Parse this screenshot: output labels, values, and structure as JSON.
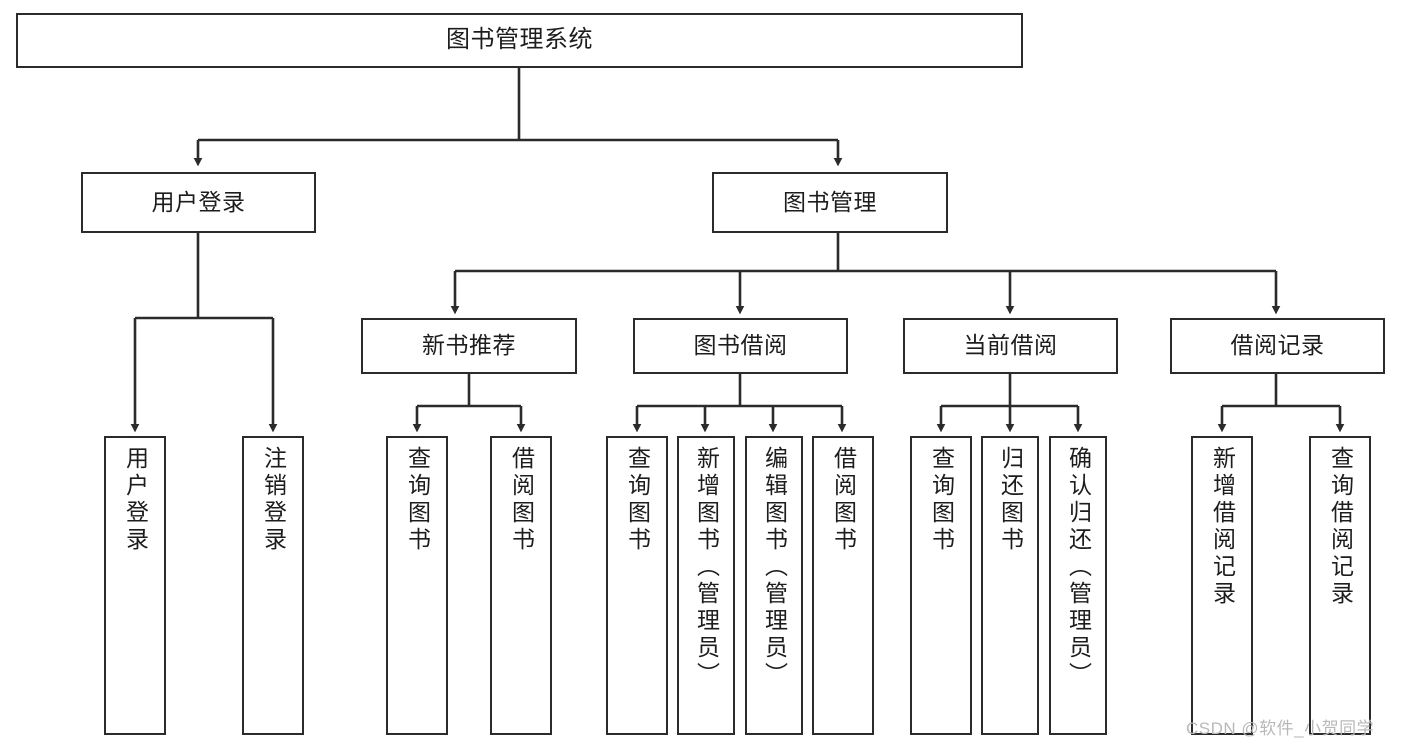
{
  "diagram": {
    "title": "图书管理系统",
    "type": "tree-hierarchy",
    "watermark": "CSDN @软件_小贺同学",
    "colors": {
      "box_border": "#2b2b2b",
      "box_fill": "#ffffff",
      "connector": "#2b2b2b",
      "text": "#1d1d1d",
      "watermark": "#b9b9b9",
      "background": "#ffffff"
    },
    "root": {
      "id": "root",
      "label": "图书管理系统",
      "orientation": "horizontal"
    },
    "level2": [
      {
        "id": "user-login",
        "label": "用户登录",
        "orientation": "horizontal"
      },
      {
        "id": "book-manage",
        "label": "图书管理",
        "orientation": "horizontal"
      }
    ],
    "level3": [
      {
        "id": "new-book-recommend",
        "label": "新书推荐",
        "orientation": "horizontal",
        "parent": "book-manage"
      },
      {
        "id": "book-borrow",
        "label": "图书借阅",
        "orientation": "horizontal",
        "parent": "book-manage"
      },
      {
        "id": "current-borrow",
        "label": "当前借阅",
        "orientation": "horizontal",
        "parent": "book-manage"
      },
      {
        "id": "borrow-record",
        "label": "借阅记录",
        "orientation": "horizontal",
        "parent": "book-manage"
      }
    ],
    "leaves": [
      {
        "id": "leaf-user-login",
        "label": "用户登录",
        "orientation": "vertical",
        "parent": "user-login"
      },
      {
        "id": "leaf-user-logout",
        "label": "注销登录",
        "orientation": "vertical",
        "parent": "user-login"
      },
      {
        "id": "leaf-query-book-1",
        "label": "查询图书",
        "orientation": "vertical",
        "parent": "new-book-recommend"
      },
      {
        "id": "leaf-borrow-book-1",
        "label": "借阅图书",
        "orientation": "vertical",
        "parent": "new-book-recommend"
      },
      {
        "id": "leaf-query-book-2",
        "label": "查询图书",
        "orientation": "vertical",
        "parent": "book-borrow"
      },
      {
        "id": "leaf-add-book",
        "label": "新增图书（管理员）",
        "orientation": "vertical",
        "parent": "book-borrow"
      },
      {
        "id": "leaf-edit-book",
        "label": "编辑图书（管理员）",
        "orientation": "vertical",
        "parent": "book-borrow"
      },
      {
        "id": "leaf-borrow-book-2",
        "label": "借阅图书",
        "orientation": "vertical",
        "parent": "book-borrow"
      },
      {
        "id": "leaf-query-book-3",
        "label": "查询图书",
        "orientation": "vertical",
        "parent": "current-borrow"
      },
      {
        "id": "leaf-return-book",
        "label": "归还图书",
        "orientation": "vertical",
        "parent": "current-borrow"
      },
      {
        "id": "leaf-confirm-return",
        "label": "确认归还（管理员）",
        "orientation": "vertical",
        "parent": "current-borrow"
      },
      {
        "id": "leaf-add-record",
        "label": "新增借阅记录",
        "orientation": "vertical",
        "parent": "borrow-record"
      },
      {
        "id": "leaf-query-record",
        "label": "查询借阅记录",
        "orientation": "vertical",
        "parent": "borrow-record"
      }
    ]
  }
}
